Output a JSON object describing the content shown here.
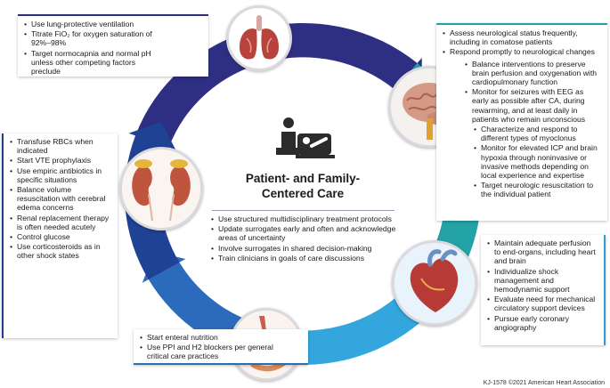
{
  "ring_colors": {
    "lungs_segment": "#2e2f82",
    "brain_segment": "#23a3a5",
    "heart_segment": "#33a6dd",
    "gi_segment": "#2c6bbb",
    "kidney_segment": "#1f4294"
  },
  "center": {
    "title_line1": "Patient- and Family-",
    "title_line2": "Centered Care",
    "items": [
      "Use structured multidisciplinary treatment protocols",
      "Update surrogates early and often and acknowledge areas of uncertainty",
      "Involve surrogates in shared decision-making",
      "Train clinicians in goals of care discussions"
    ]
  },
  "lungs": {
    "icon": "lungs-icon",
    "items": [
      "Use lung-protective ventilation",
      "Titrate FiO₂ for oxygen saturation of 92%–98%",
      "Target normocapnia and normal pH unless other competing factors preclude"
    ]
  },
  "brain": {
    "icon": "brain-icon",
    "items_top": [
      "Assess neurological status frequently, including in comatose patients",
      "Respond promptly to neurological changes"
    ],
    "items_mid": [
      "Balance interventions to preserve brain perfusion and oxygenation with cardiopulmonary function",
      "Monitor for seizures with EEG as early as possible after CA, during rewarming, and at least daily in patients who remain unconscious"
    ],
    "items_sub": [
      "Characterize and respond to different types of myoclonus",
      "Monitor for elevated ICP and brain hypoxia through noninvasive or invasive methods depending on local experience and expertise",
      "Target neurologic resuscitation to the individual patient"
    ]
  },
  "heart": {
    "icon": "heart-icon",
    "items": [
      "Maintain adequate perfusion to end-organs, including heart and brain",
      "Individualize shock management and hemodynamic support",
      "Evaluate need for mechanical circulatory support devices",
      "Pursue early coronary angiography"
    ]
  },
  "gi": {
    "icon": "stomach-icon",
    "items": [
      "Start enteral nutrition",
      "Use PPI and H2 blockers per general critical care practices"
    ]
  },
  "kidney": {
    "icon": "kidney-icon",
    "items": [
      "Transfuse RBCs when indicated",
      "Start VTE prophylaxis",
      "Use empiric antibiotics in specific situations",
      "Balance volume resuscitation with cerebral edema concerns",
      "Renal replacement therapy is often needed acutely",
      "Control glucose",
      "Use corticosteroids as in other shock states"
    ]
  },
  "credit": "KJ-1578 ©2021 American Heart Association"
}
